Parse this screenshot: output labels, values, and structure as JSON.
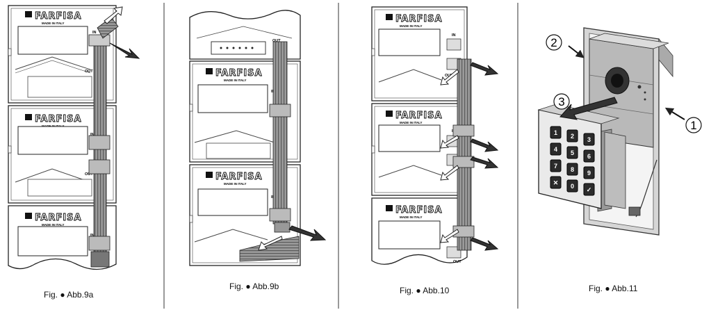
{
  "figures": [
    {
      "id": "9a",
      "caption": "Fig. ● Abb.9a"
    },
    {
      "id": "9b",
      "caption": "Fig. ● Abb.9b"
    },
    {
      "id": "10",
      "caption": "Fig. ● Abb.10"
    },
    {
      "id": "11",
      "caption": "Fig. ● Abb.11"
    }
  ],
  "module_text": {
    "brand": "FARFISA",
    "made_in": "MADE IN ITALY",
    "in_label": "IN",
    "out_label": "OUT"
  },
  "callouts": [
    "1",
    "2",
    "3"
  ],
  "keypad_keys": [
    "1",
    "2",
    "3",
    "4",
    "5",
    "6",
    "7",
    "8",
    "9",
    "✕",
    "0",
    "✓"
  ]
}
